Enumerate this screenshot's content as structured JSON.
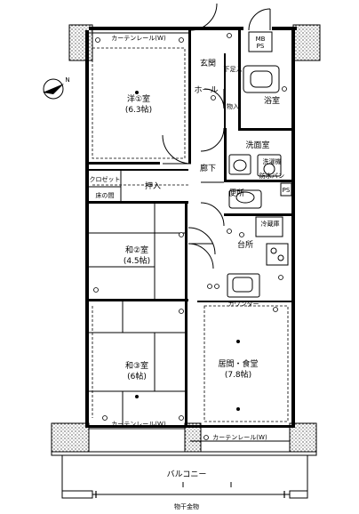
{
  "rooms": {
    "western": {
      "name": "洋①室",
      "size": "(6.3帖)"
    },
    "japanese2": {
      "name": "和②室",
      "size": "(4.5帖)"
    },
    "japanese3": {
      "name": "和③室",
      "size": "(6帖)"
    },
    "living": {
      "name": "居間・食堂",
      "size": "(7.8帖)"
    },
    "kitchen": "台所",
    "bath": "浴室",
    "washroom": "洗面室",
    "entrance": "玄関",
    "hall": "ホール",
    "corridor": "廊下",
    "toilet": "便所"
  },
  "labels": {
    "mbps": "MB\nPS",
    "shoe_top": "下足入",
    "shoe_bottom": "物入",
    "closet": "クロゼット",
    "oshiire": "押入",
    "tokonoma": "床の間",
    "curtain_rail_w": "カーテンレール(W)",
    "counter": "カウンター",
    "balcony": "バルコニー",
    "drying": "物干金物",
    "washer": "洗濯機",
    "washer_pan": "防水パン",
    "fridge": "冷蔵庫",
    "ps": "PS",
    "north": "N"
  },
  "colors": {
    "line": "#000000",
    "background": "#ffffff"
  }
}
